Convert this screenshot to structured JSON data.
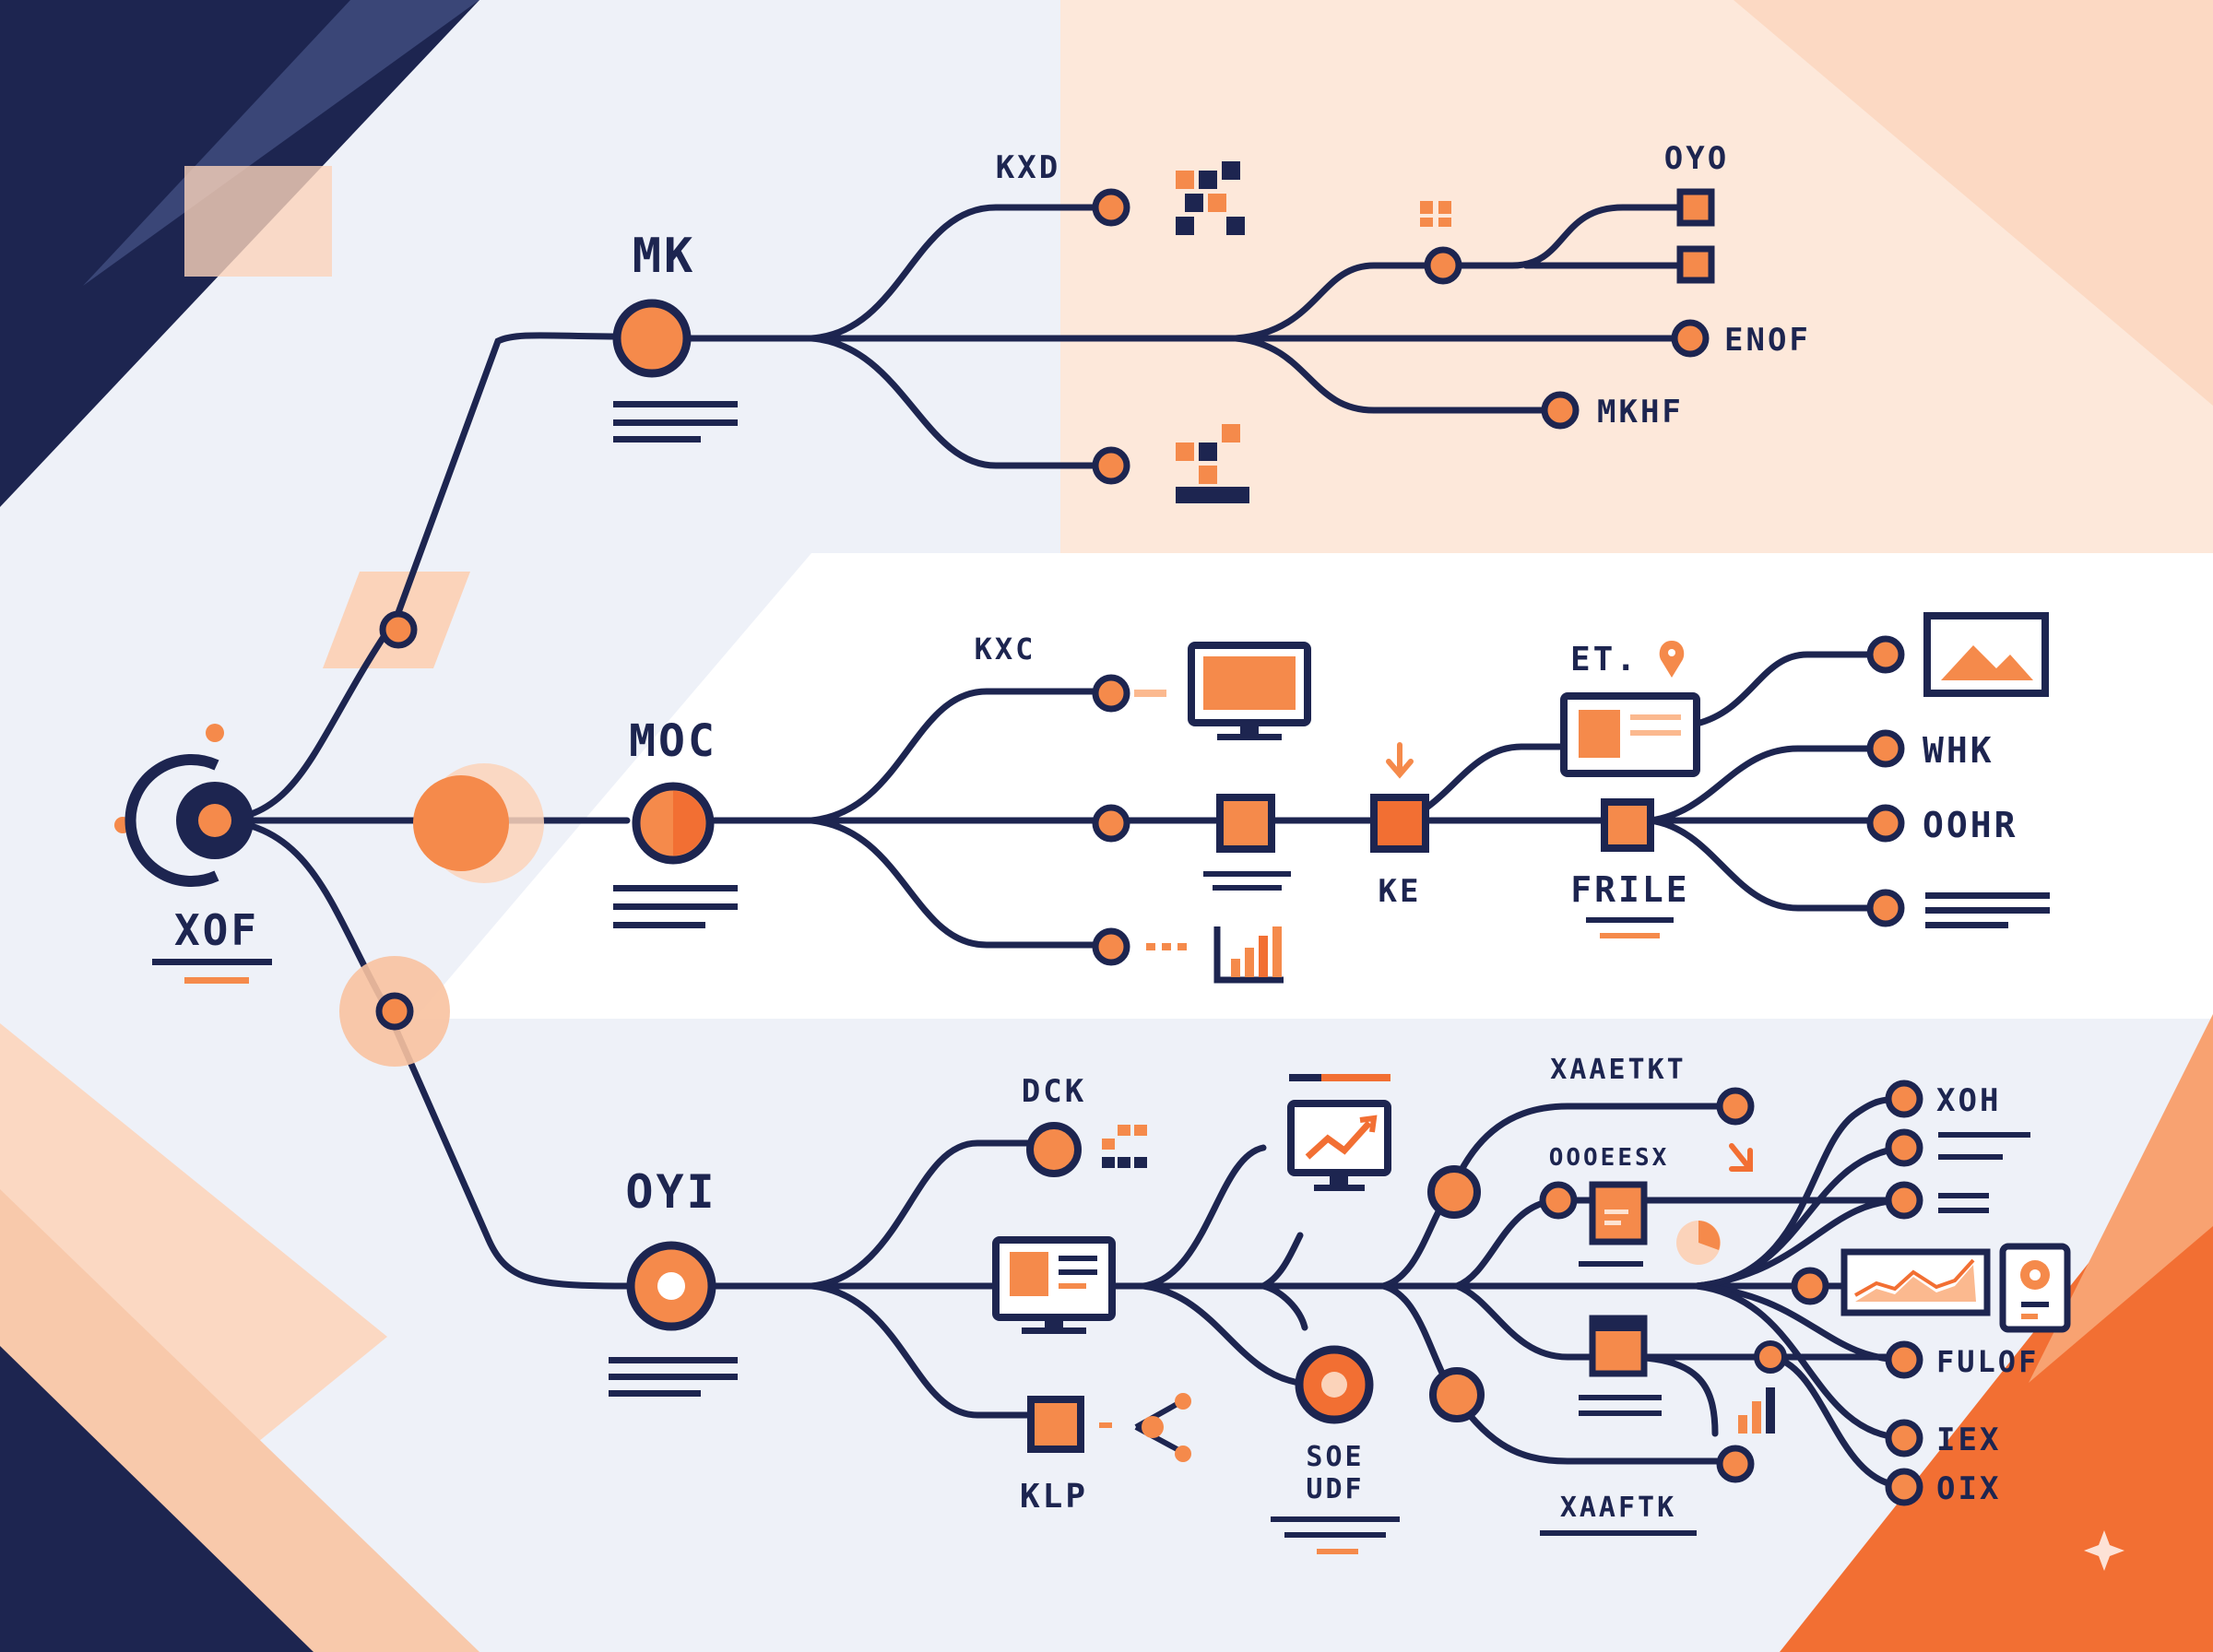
{
  "colors": {
    "navy": "#1d2550",
    "orange": "#f58a4b",
    "orange_dark": "#f26f33",
    "peach": "#fde3d2",
    "bg": "#eef1f8",
    "band": "#ffffff"
  },
  "labels": {
    "root": "XOF",
    "branch_top": "MK",
    "branch_mid": "MOC",
    "branch_bot": "OYI",
    "t_leaf1": "KXD",
    "t_leaf2": "OYO",
    "t_leaf3": "ENOF",
    "t_leaf4": "MKHF",
    "m_leaf1": "KXC",
    "m_node_ke": "KE",
    "m_node_file": "FRILE",
    "m_node_et": "ET.",
    "m_leaf_whk": "WHK",
    "m_leaf_oohr": "OOHR",
    "b_leaf_dck": "DCK",
    "b_leaf_klp": "KLP",
    "b_leaf_sol1": "SOE",
    "b_leaf_sol2": "UDF",
    "b_leaf_xaa1": "XAAETKT",
    "b_leaf_oooes": "OOOEESX",
    "b_leaf_xaa2": "XAAFTK",
    "b_leaf_xoh": "XOH",
    "b_leaf_rulo": "FULOF",
    "b_leaf_iex": "IEX",
    "b_leaf_oix": "OIX"
  },
  "icons": [
    "computer-monitor-icon",
    "image-frame-icon",
    "bar-chart-icon",
    "trend-chart-icon",
    "pie-chart-icon",
    "share-icon",
    "document-card-icon",
    "location-pin-icon",
    "down-arrow-icon",
    "sparkle-icon",
    "qr-pixel-icon"
  ]
}
